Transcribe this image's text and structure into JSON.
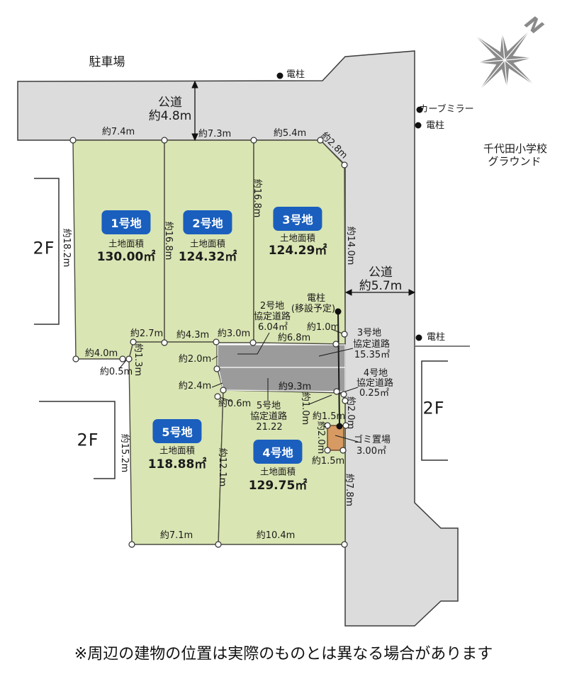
{
  "surroundings": {
    "parking": "駐車場",
    "school_line1": "千代田小学校",
    "school_line2": "グラウンド",
    "curve_mirror": "カーブミラー",
    "pole": "電柱",
    "pole_relocate_line1": "電柱",
    "pole_relocate_line2": "(移設予定)",
    "floor2": "2F",
    "north": "N"
  },
  "roads": {
    "top": {
      "label": "公道",
      "width": "約4.8m"
    },
    "right": {
      "label": "公道",
      "width": "約5.7m"
    }
  },
  "plots": [
    {
      "id": "1号地",
      "area_label": "土地面積",
      "area": "130.00㎡"
    },
    {
      "id": "2号地",
      "area_label": "土地面積",
      "area": "124.32㎡"
    },
    {
      "id": "3号地",
      "area_label": "土地面積",
      "area": "124.29㎡"
    },
    {
      "id": "4号地",
      "area_label": "土地面積",
      "area": "129.75㎡"
    },
    {
      "id": "5号地",
      "area_label": "土地面積",
      "area": "118.88㎡"
    }
  ],
  "kyotei": {
    "k2": {
      "name": "2号地",
      "type": "協定道路",
      "area": "6.04㎡"
    },
    "k3": {
      "name": "3号地",
      "type": "協定道路",
      "area": "15.35㎡"
    },
    "k4": {
      "name": "4号地",
      "type": "協定道路",
      "area": "0.25㎡"
    },
    "k5": {
      "name": "5号地",
      "type": "協定道路",
      "area": "21.22"
    }
  },
  "trash": {
    "name": "ゴミ置場",
    "area": "3.00㎡"
  },
  "dims": {
    "top_w1": "約7.4m",
    "top_w2": "約7.3m",
    "top_w3": "約5.4m",
    "corner_ne": "約2.8m",
    "plot1_left": "約18.2m",
    "div_1_2": "約16.8m",
    "div_2_3": "約16.8m",
    "plot3_right": "約14.0m",
    "plot1_b1": "約2.7m",
    "plot2_b1": "約4.3m",
    "plot2_b2": "約3.0m",
    "plot3_b1": "約6.8m",
    "pole_gap": "約1.0m",
    "plot1_l1": "約4.0m",
    "plot1_l2": "約0.5m",
    "plot1_l3": "約1.3m",
    "strip_h1": "約2.0m",
    "strip_h2": "約2.4m",
    "strip_off": "約0.6m",
    "strip_len": "約9.3m",
    "plot5_left": "約15.2m",
    "div_5_4": "約12.1m",
    "plot5_bottom": "約7.1m",
    "plot4_bottom": "約10.4m",
    "plot4_r1": "約2.0m",
    "plot4_r2": "約7.8m",
    "plot4_r3": "約1.0m",
    "trash_w1": "約1.5m",
    "trash_h": "約2.0m",
    "trash_w2": "約1.5m"
  },
  "footer": {
    "note": "※周辺の建物の位置は実際のものとは異なる場合があります"
  }
}
